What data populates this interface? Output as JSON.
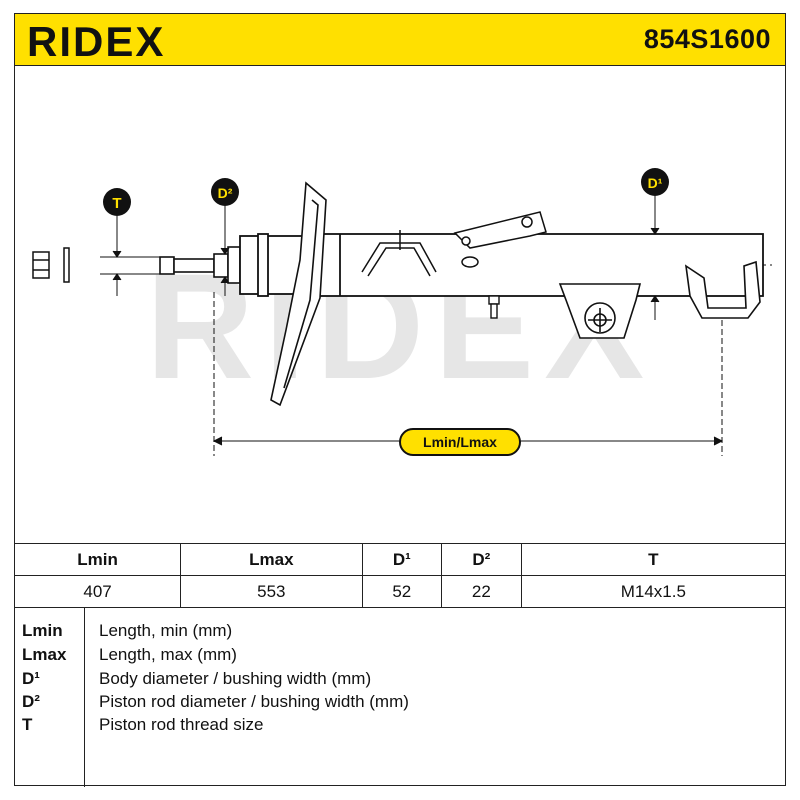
{
  "header": {
    "brand": "RIDEX",
    "part_number": "854S1600",
    "brand_color": "#ffe000"
  },
  "diagram": {
    "watermark": "RIDEX",
    "labels": {
      "t": "T",
      "d2": "D²",
      "d1": "D¹",
      "length": "Lmin/Lmax"
    }
  },
  "spec_table": {
    "headers": [
      "Lmin",
      "Lmax",
      "D¹",
      "D²",
      "T"
    ],
    "values": [
      "407",
      "553",
      "52",
      "22",
      "M14x1.5"
    ]
  },
  "legend": [
    {
      "key": "Lmin",
      "desc": "Length, min (mm)"
    },
    {
      "key": "Lmax",
      "desc": "Length, max (mm)"
    },
    {
      "key": "D¹",
      "desc": "Body diameter / bushing width (mm)"
    },
    {
      "key": "D²",
      "desc": "Piston rod diameter / bushing width (mm)"
    },
    {
      "key": "T",
      "desc": "Piston rod thread size"
    }
  ]
}
